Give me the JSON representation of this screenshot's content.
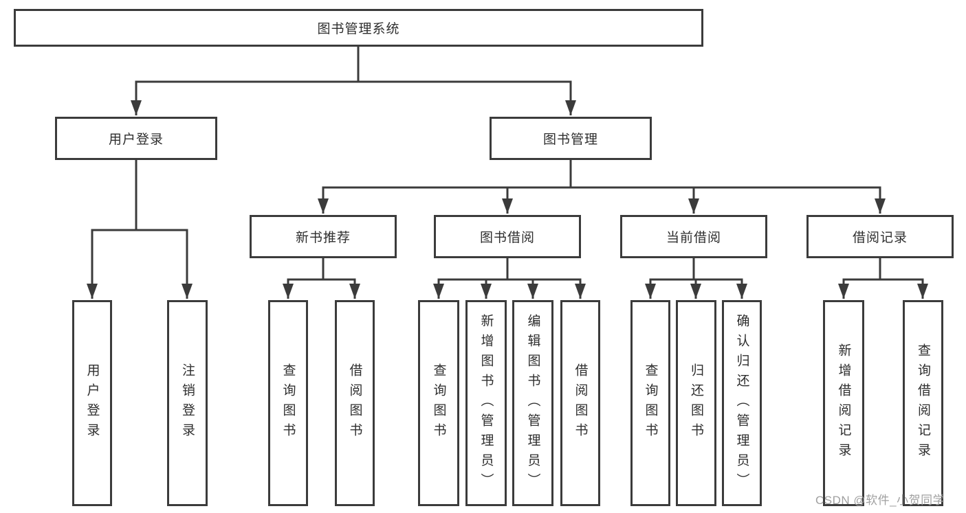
{
  "diagram": {
    "root": {
      "label": "图书管理系统"
    },
    "branches": [
      {
        "label": "用户登录",
        "children": [
          {
            "label": "用户登录"
          },
          {
            "label": "注销登录"
          }
        ]
      },
      {
        "label": "图书管理",
        "groups": [
          {
            "label": "新书推荐",
            "children": [
              {
                "label": "查询图书"
              },
              {
                "label": "借阅图书"
              }
            ]
          },
          {
            "label": "图书借阅",
            "children": [
              {
                "label": "查询图书"
              },
              {
                "label": "新增图书（管理员）"
              },
              {
                "label": "编辑图书（管理员）"
              },
              {
                "label": "借阅图书"
              }
            ]
          },
          {
            "label": "当前借阅",
            "children": [
              {
                "label": "查询图书"
              },
              {
                "label": "归还图书"
              },
              {
                "label": "确认归还（管理员）"
              }
            ]
          },
          {
            "label": "借阅记录",
            "children": [
              {
                "label": "新增借阅记录"
              },
              {
                "label": "查询借阅记录"
              }
            ]
          }
        ]
      }
    ]
  },
  "watermark": "CSDN @软件_小贺同学",
  "colors": {
    "line": "#3b3b3b",
    "text": "#2e2e2e",
    "node_fill": "#ffffff",
    "background": "#ffffff",
    "watermark": "#a0a0a0"
  }
}
